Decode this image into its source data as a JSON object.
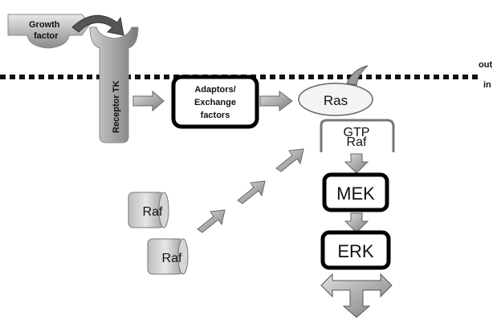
{
  "labels": {
    "growth_factor_line1": "Growth",
    "growth_factor_line2": "factor",
    "receptor": "Receptor TK",
    "out": "out",
    "in": "in",
    "adaptors_line1": "Adaptors/",
    "adaptors_line2": "Exchange",
    "adaptors_line3": "factors",
    "ras": "Ras",
    "gtp": "GTP",
    "raf_active": "Raf",
    "mek": "MEK",
    "erk": "ERK",
    "raf_1": "Raf",
    "raf_2": "Raf"
  },
  "colors": {
    "membrane": "#111111",
    "grey_light": "#e0e0e0",
    "grey_mid": "#9a9a9a",
    "grey_dark": "#555555",
    "box_border": "#000000"
  }
}
